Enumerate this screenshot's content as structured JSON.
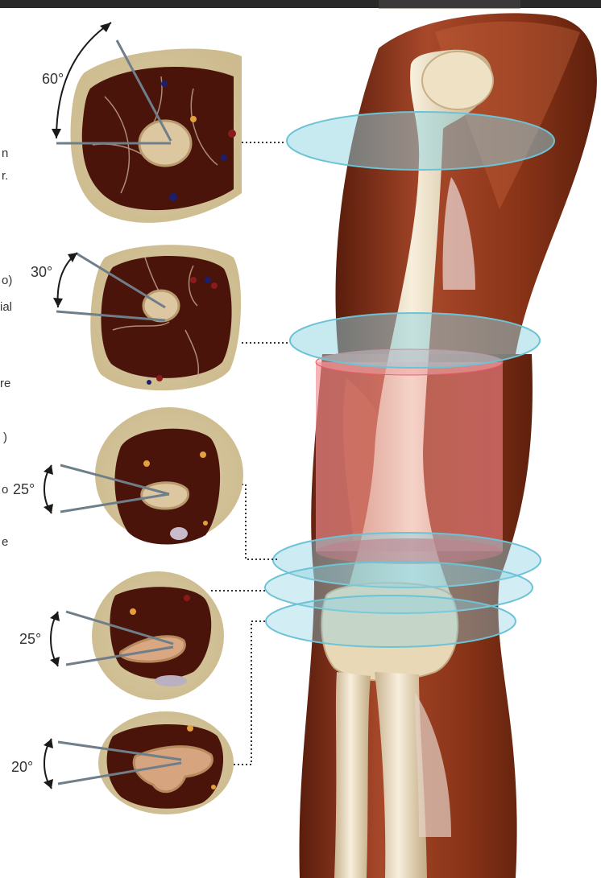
{
  "sections": [
    {
      "id": "section-1",
      "angle_label": "60°"
    },
    {
      "id": "section-2",
      "angle_label": "30°"
    },
    {
      "id": "section-3",
      "angle_label": "25°"
    },
    {
      "id": "section-4",
      "angle_label": "25°"
    },
    {
      "id": "section-5",
      "angle_label": "20°"
    }
  ],
  "clipped_text": [
    "n",
    "r.",
    "o)",
    "ial",
    "re",
    ")",
    "o",
    "e"
  ],
  "colors": {
    "plane": "#7fd0df",
    "band": "#e83c45",
    "muscle": "#7a2a14",
    "bone": "#efe2c4",
    "fat": "#d8c9a0"
  }
}
